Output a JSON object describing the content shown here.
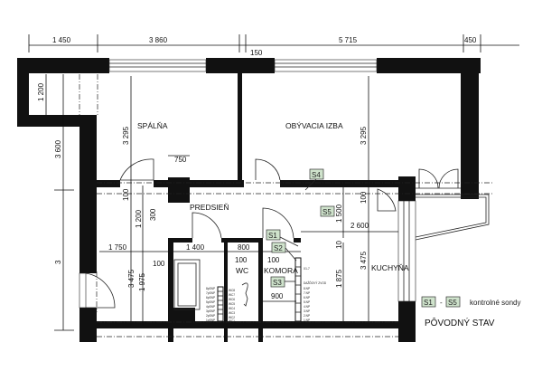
{
  "plan": {
    "status_title": "PÔVODNÝ STAV",
    "rooms": {
      "bedroom": "SPÁLŇA",
      "living": "OBÝVACIA IZBA",
      "hall": "PREDSIEŇ",
      "wc": "WC",
      "pantry": "KOMORA",
      "kitchen": "KUCHYŇA"
    },
    "dims_top": [
      "1 450",
      "3 860",
      "5 715",
      "450",
      "150"
    ],
    "dims": {
      "left_1200": "1 200",
      "left_3600": "3 600",
      "left_3": "3",
      "bed_3295": "3 295",
      "liv_3295": "3 295",
      "d750": "750",
      "d100a": "100",
      "d1200": "1 200",
      "d300": "300",
      "d1750": "1 750",
      "d100b": "100",
      "d3475a": "3 475",
      "d1975": "1 975",
      "d1400": "1 400",
      "d800": "800",
      "wc100": "100",
      "kom100": "100",
      "d900": "900",
      "d100c": "100",
      "d1500": "1 500",
      "d2600": "2 600",
      "d10": "10",
      "d1875": "1 875",
      "d3475b": "3 475"
    },
    "probes": [
      "S1",
      "S2",
      "S3",
      "S4",
      "S5"
    ],
    "riser_left": [
      "8pSNP",
      "7pSNP",
      "6pSNP",
      "5pSNP",
      "4pSNP",
      "3pSNP",
      "2pSNP",
      "1pSNP"
    ],
    "riser_mid": [
      "WC8",
      "WC7",
      "WC6",
      "WC5",
      "WC4",
      "WC3",
      "WC2",
      "WC1"
    ],
    "riser_right_title": "DAŽĎOVÝ ZVOD",
    "riser_right": [
      "8.NP",
      "7.NP",
      "6.NP",
      "5.NP",
      "4.NP",
      "3.NP",
      "2.NP",
      "1.NP"
    ],
    "riser_small": "X1-7",
    "legend": {
      "from": "S1",
      "dash": "-",
      "to": "S5",
      "label": "kontrolné sondy"
    }
  },
  "colors": {
    "probe_fill": "#cfe3cc",
    "wall": "#111111"
  }
}
